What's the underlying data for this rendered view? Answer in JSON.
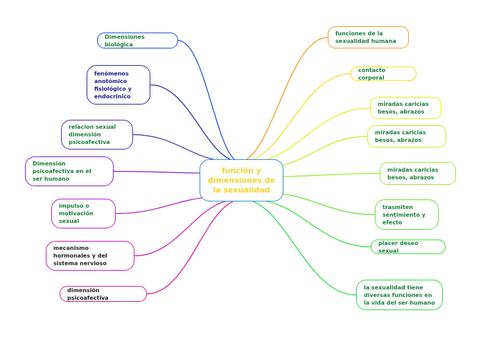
{
  "center": {
    "label": "función y\ndimensiones de\nla sexualidad",
    "text_color": "#f7d22b",
    "border_color": "#3c8ec9"
  },
  "left_nodes": [
    {
      "label": "Dimensiones biológica",
      "color": "#1d4fd8",
      "text_color": "#1a7f3c"
    },
    {
      "label": "fenómenos\nanotómico\nfisiológico y\nendocrinico",
      "color": "#2a2aa6",
      "text_color": "#1a1a8c"
    },
    {
      "label": "relacion  sexual\ndimensión\npsicoafectiva",
      "color": "#4b2fa3",
      "text_color": "#1a7f3c"
    },
    {
      "label": "Dimensión\npsicoafectiva en el\nser humano",
      "color": "#7a22c9",
      "text_color": "#1a7f3c"
    },
    {
      "label": "impulso o\nmotivación\nsexual",
      "color": "#b420c8",
      "text_color": "#1a7f3c"
    },
    {
      "label": "mecanismo\nhormonales y del\nsistema nervioso",
      "color": "#d11aa8",
      "text_color": "#222222"
    },
    {
      "label": "dimensión  psicoafectiva",
      "color": "#e0198a",
      "text_color": "#222222"
    }
  ],
  "right_nodes": [
    {
      "label": "funciones de la\nsexualidad humana",
      "color": "#f29b1e",
      "text_color": "#1a7f3c"
    },
    {
      "label": "contacto corporal",
      "color": "#f2e11b",
      "text_color": "#1a7f3c"
    },
    {
      "label": "miradas caricias\nbesos, abrazos",
      "color": "#e4ee1d",
      "text_color": "#1a7f3c"
    },
    {
      "label": "miradas caricias\nbesos, abrazos",
      "color": "#c8ec24",
      "text_color": "#1a7f3c"
    },
    {
      "label": "miradas caricias\nbesos, abrazos",
      "color": "#9be82c",
      "text_color": "#1a7f3c"
    },
    {
      "label": "trasmiten\nsentimiento y\nefecto",
      "color": "#66e333",
      "text_color": "#1a7f3c"
    },
    {
      "label": "placer  deseo sexual",
      "color": "#3fdf3a",
      "text_color": "#1a7f3c"
    },
    {
      "label": "la sexualidad tiene\ndiversas funciones en\nla vida del ser humano",
      "color": "#2bd94a",
      "text_color": "#1a7f3c"
    }
  ]
}
